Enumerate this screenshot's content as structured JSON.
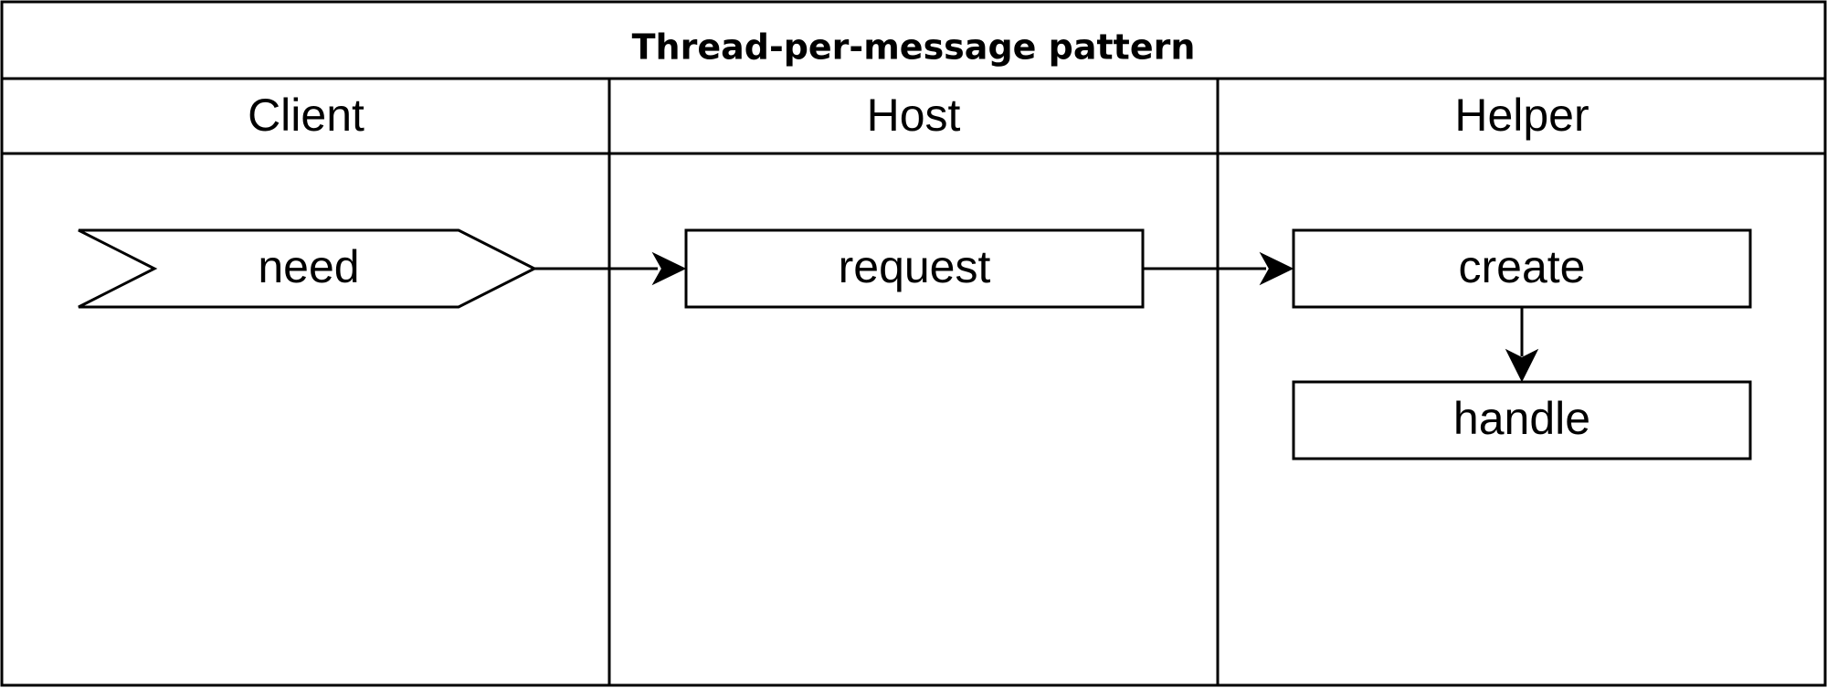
{
  "diagram": {
    "title": "Thread-per-message pattern",
    "lanes": [
      "Client",
      "Host",
      "Helper"
    ],
    "nodes": {
      "need": "need",
      "request": "request",
      "create": "create",
      "handle": "handle"
    },
    "edges": [
      {
        "from": "need",
        "to": "request"
      },
      {
        "from": "request",
        "to": "create"
      },
      {
        "from": "create",
        "to": "handle"
      }
    ],
    "stroke_color": "#000000",
    "fill_color": "#ffffff"
  }
}
